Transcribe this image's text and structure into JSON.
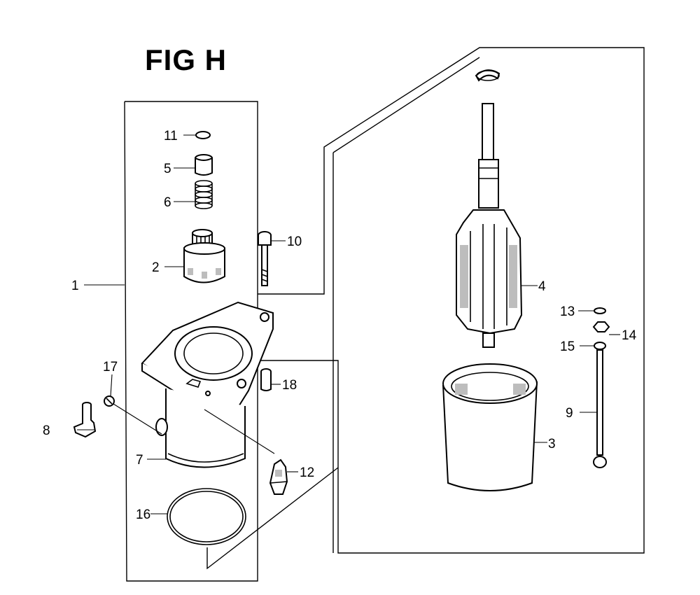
{
  "title": "FIG H",
  "labels": {
    "p1": "1",
    "p2": "2",
    "p3": "3",
    "p4": "4",
    "p5": "5",
    "p6": "6",
    "p7": "7",
    "p8": "8",
    "p9": "9",
    "p10": "10",
    "p11": "11",
    "p12": "12",
    "p13": "13",
    "p14": "14",
    "p15": "15",
    "p16": "16",
    "p17": "17",
    "p18": "18"
  },
  "colors": {
    "ink": "#000000",
    "paper": "#ffffff"
  }
}
